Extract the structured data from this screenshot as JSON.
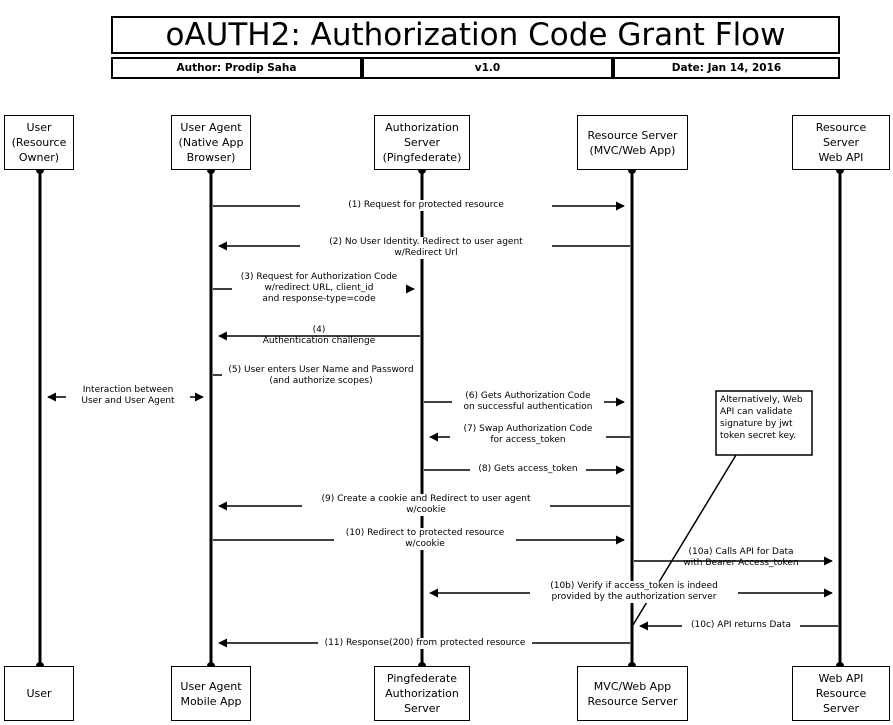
{
  "header": {
    "title": "oAUTH2: Authorization Code Grant Flow",
    "author": "Author: Prodip Saha",
    "version": "v1.0",
    "date": "Date: Jan 14, 2016"
  },
  "participants": [
    {
      "id": "user",
      "top_label": "User\n(Resource\nOwner)",
      "bottom_label": "User"
    },
    {
      "id": "user-agent",
      "top_label": "User Agent\n(Native App\nBrowser)",
      "bottom_label": "User Agent\nMobile App"
    },
    {
      "id": "auth-server",
      "top_label": "Authorization\nServer\n(Pingfederate)",
      "bottom_label": "Pingfederate\nAuthorization\nServer"
    },
    {
      "id": "resource-server",
      "top_label": "Resource Server\n(MVC/Web App)",
      "bottom_label": "MVC/Web App\nResource Server"
    },
    {
      "id": "web-api",
      "top_label": "Resource\nServer\nWeb API",
      "bottom_label": "Web API\nResource\nServer"
    }
  ],
  "messages": [
    {
      "id": "m1",
      "from": 1,
      "to": 3,
      "label": "(1) Request for protected resource"
    },
    {
      "id": "m2",
      "from": 3,
      "to": 1,
      "label": "(2) No User Identity. Redirect to user agent\nw/Redirect Url"
    },
    {
      "id": "m3",
      "from": 1,
      "to": 2,
      "label": "(3) Request for Authorization Code\nw/redirect URL,  client_id\nand response-type=code"
    },
    {
      "id": "m4",
      "from": 2,
      "to": 1,
      "label": "(4)\nAuthentication challenge"
    },
    {
      "id": "m5",
      "from": 1,
      "to": 2,
      "label": "(5) User enters User Name and Password\n(and authorize scopes)"
    },
    {
      "id": "m-interaction",
      "from": 0,
      "to": 1,
      "both": true,
      "label": "Interaction between\nUser and User Agent"
    },
    {
      "id": "m6",
      "from": 2,
      "to": 3,
      "label": "(6) Gets Authorization Code\non successful authentication"
    },
    {
      "id": "m7",
      "from": 3,
      "to": 2,
      "label": "(7) Swap Authorization Code\nfor access_token"
    },
    {
      "id": "m8",
      "from": 2,
      "to": 3,
      "label": "(8) Gets access_token"
    },
    {
      "id": "m9",
      "from": 3,
      "to": 1,
      "label": "(9) Create a cookie and Redirect to user agent\nw/cookie"
    },
    {
      "id": "m10",
      "from": 1,
      "to": 3,
      "label": "(10) Redirect to protected resource\nw/cookie"
    },
    {
      "id": "m10a",
      "from": 3,
      "to": 4,
      "label": "(10a) Calls API for Data\nwith Bearer Access_token"
    },
    {
      "id": "m10b",
      "from": 4,
      "to": 2,
      "both": true,
      "label": "(10b) Verify if access_token is indeed\nprovided by the authorization server"
    },
    {
      "id": "m10c",
      "from": 4,
      "to": 3,
      "label": "(10c) API returns Data"
    },
    {
      "id": "m11",
      "from": 3,
      "to": 1,
      "label": "(11) Response(200) from protected resource"
    }
  ],
  "note": {
    "text": "Alternatively, Web\nAPI can validate\nsignature by jwt\ntoken secret key."
  }
}
